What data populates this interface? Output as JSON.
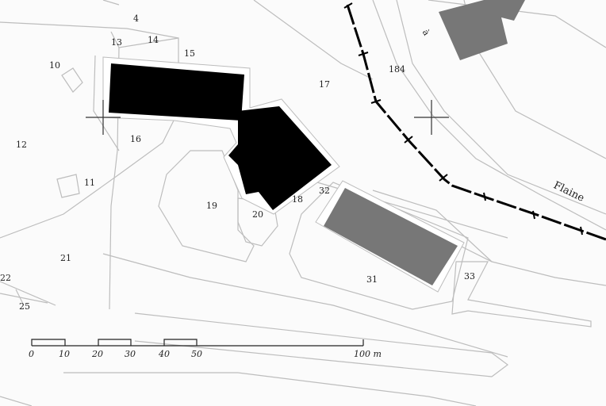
{
  "map": {
    "road_name": "Flaine",
    "road_letter": "à",
    "parcel_labels": [
      "4",
      "13",
      "14",
      "15",
      "10",
      "12",
      "16",
      "11",
      "17",
      "184",
      "19",
      "20",
      "18",
      "32",
      "21",
      "22",
      "25",
      "31",
      "33"
    ],
    "scale": {
      "ticks": [
        "0",
        "10",
        "20",
        "30",
        "40",
        "50"
      ],
      "end": "100 m"
    }
  },
  "colors": {
    "building_main": "#000000",
    "building_other": "#777777",
    "parcel_line": "#bdbdbd",
    "rail": "#000000"
  }
}
